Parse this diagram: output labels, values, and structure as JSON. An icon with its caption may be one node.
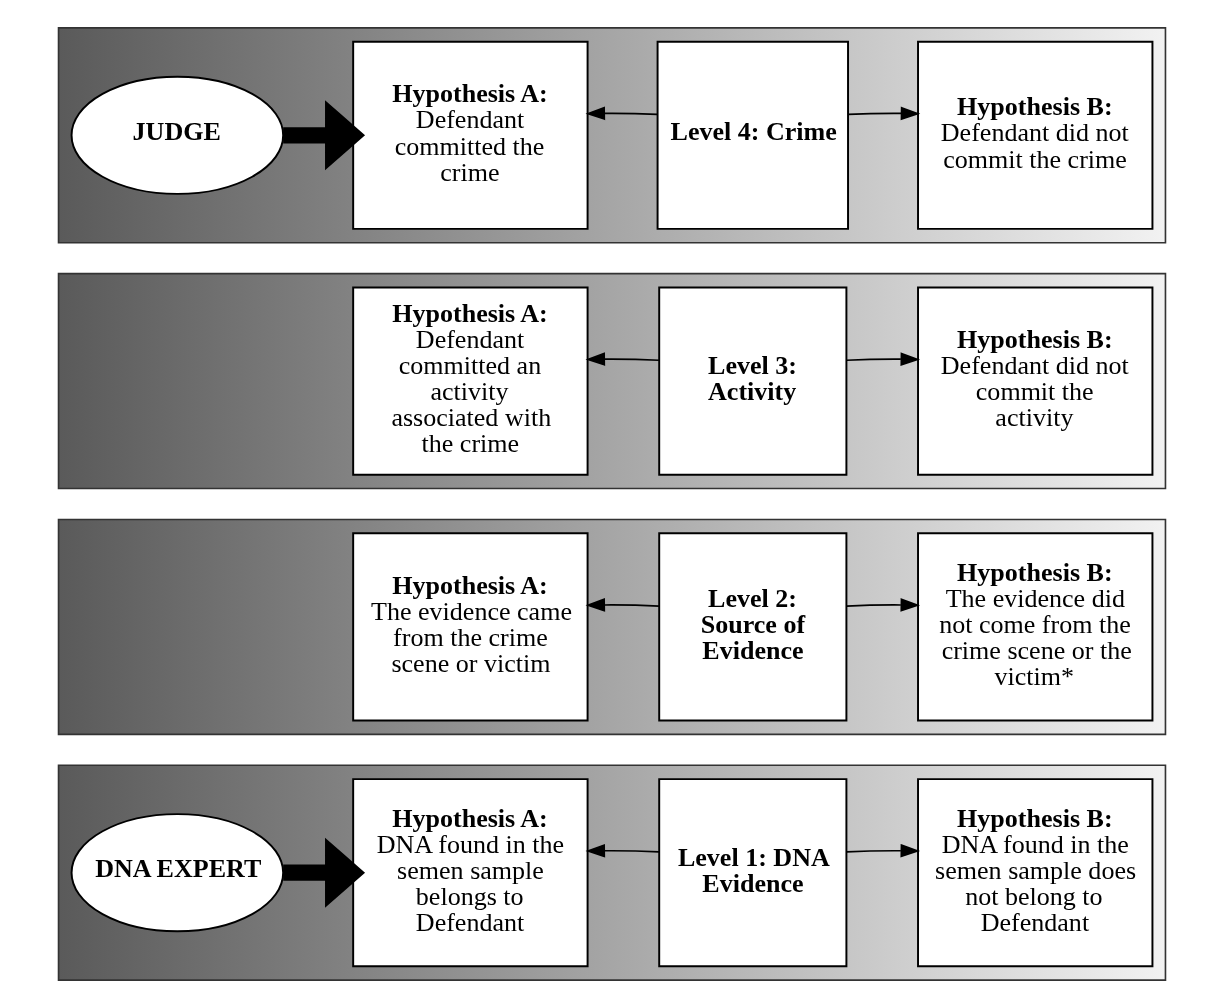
{
  "diagram": {
    "nodes": [
      {
        "text": [],
        "shape": "bar"
      },
      {
        "text": [
          "JUDGE"
        ],
        "in": 0
      },
      {
        "text": [
          "Hypothesis A:",
          "Defendant committed the crime"
        ],
        "in": 0
      },
      {
        "text": [
          "Level 4: Crime"
        ],
        "in": 0
      },
      {
        "text": [
          "Hypothesis B:",
          "Defendant did not commit the crime"
        ],
        "in": 0
      },
      {
        "text": [],
        "shape": "bar"
      },
      {
        "text": [
          "Hypothesis A:",
          "Defendant committed an activity associated with the crime"
        ],
        "in": 5
      },
      {
        "text": [
          "Level 3: Activity"
        ],
        "in": 5
      },
      {
        "text": [
          "Hypothesis B:",
          "Defendant did not commit the activity"
        ],
        "in": 5
      },
      {
        "text": [],
        "shape": "bar"
      },
      {
        "text": [
          "Hypothesis A:",
          "The evidence came from the crime scene or victim"
        ],
        "in": 9
      },
      {
        "text": [
          "Level 2: Source of Evidence"
        ],
        "in": 9
      },
      {
        "text": [
          "Hypothesis B:",
          "The evidence did not come from the crime scene or the victim*"
        ],
        "in": 9
      },
      {
        "text": [],
        "shape": "bar"
      },
      {
        "text": [
          "DNA EXPERT"
        ],
        "in": 13
      },
      {
        "text": [
          "Hypothesis A:",
          "DNA found in the semen sample belongs to Defendant"
        ],
        "in": 13
      },
      {
        "text": [
          "Level 1: DNA Evidence"
        ],
        "in": 13
      },
      {
        "text": [
          "Hypothesis B:",
          "DNA found in the semen sample does not belong to Defendant"
        ],
        "in": 13
      }
    ],
    "edges": [
      {
        "from": 1,
        "to": 2,
        "arrow": "to",
        "style": "thick"
      },
      {
        "from": 3,
        "to": 2,
        "arrow": "to"
      },
      {
        "from": 3,
        "to": 4,
        "arrow": "to"
      },
      {
        "from": 7,
        "to": 6,
        "arrow": "to"
      },
      {
        "from": 7,
        "to": 8,
        "arrow": "to"
      },
      {
        "from": 11,
        "to": 10,
        "arrow": "to"
      },
      {
        "from": 11,
        "to": 12,
        "arrow": "to"
      },
      {
        "from": 14,
        "to": 15,
        "arrow": "to",
        "style": "thick"
      },
      {
        "from": 16,
        "to": 15,
        "arrow": "to"
      },
      {
        "from": 16,
        "to": 17,
        "arrow": "to"
      }
    ]
  }
}
